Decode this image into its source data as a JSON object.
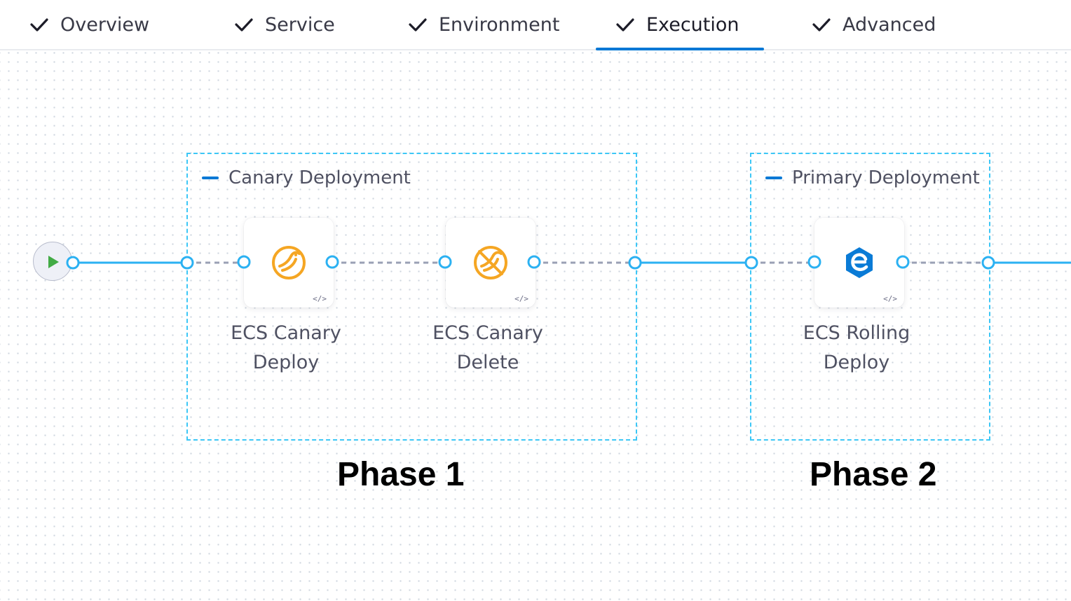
{
  "tabs": [
    {
      "label": "Overview",
      "completed": true,
      "active": false
    },
    {
      "label": "Service",
      "completed": true,
      "active": false
    },
    {
      "label": "Environment",
      "completed": true,
      "active": false
    },
    {
      "label": "Execution",
      "completed": true,
      "active": true
    },
    {
      "label": "Advanced",
      "completed": true,
      "active": false
    }
  ],
  "pipeline": {
    "groups": [
      {
        "title": "Canary Deployment",
        "steps": [
          {
            "label_line1": "ECS Canary",
            "label_line2": "Deploy",
            "icon": "canary-deploy-icon"
          },
          {
            "label_line1": "ECS Canary",
            "label_line2": "Delete",
            "icon": "canary-delete-icon"
          }
        ]
      },
      {
        "title": "Primary Deployment",
        "steps": [
          {
            "label_line1": "ECS Rolling",
            "label_line2": "Deploy",
            "icon": "ecs-rolling-icon"
          }
        ]
      }
    ]
  },
  "annotations": {
    "phase1": "Phase 1",
    "phase2": "Phase 2"
  },
  "colors": {
    "accent": "#0278d5",
    "connector": "#2bb1f2",
    "dashed_connector": "#9aa0b4",
    "group_border": "#3dc7f6",
    "canary_icon": "#f5a623",
    "ecs_icon": "#0a7bd6",
    "start_play": "#42ab45"
  }
}
